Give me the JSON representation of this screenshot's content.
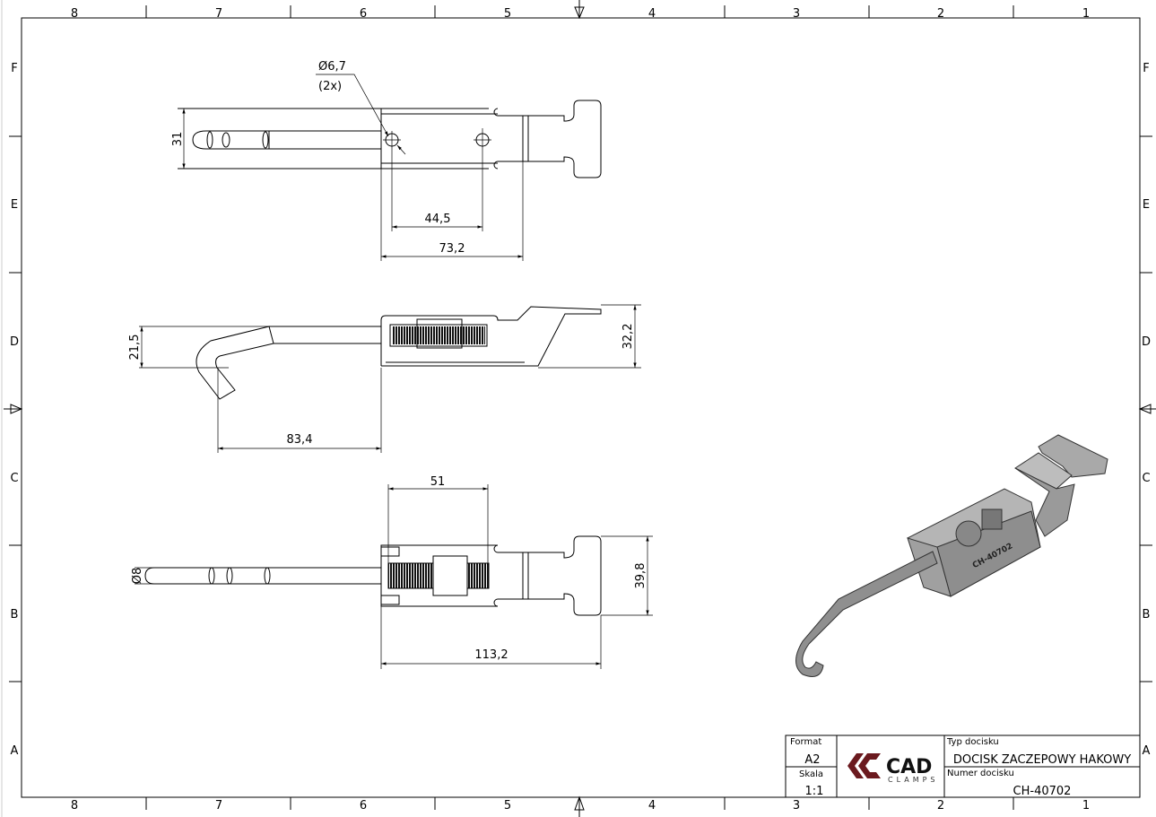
{
  "frame": {
    "columns": [
      "8",
      "7",
      "6",
      "5",
      "4",
      "3",
      "2",
      "1"
    ],
    "rows": [
      "F",
      "E",
      "D",
      "C",
      "B",
      "A"
    ]
  },
  "views": {
    "top": {
      "hole_dim": "Ø6,7",
      "hole_count": "(2x)",
      "width_dim": "31",
      "hole_spacing": "44,5",
      "body_length": "73,2"
    },
    "side": {
      "hook_height": "21,5",
      "total_height": "32,2",
      "hook_reach": "83,4"
    },
    "bottom": {
      "rod_diameter": "Ø8",
      "adjust_range": "51",
      "tab_width": "39,8",
      "body_tab_length": "113,2"
    },
    "iso": {
      "part_marking": "CH-40702"
    }
  },
  "title_block": {
    "format_label": "Format",
    "format_value": "A2",
    "scale_label": "Skala",
    "scale_value": "1:1",
    "type_label": "Typ docisku",
    "type_value": "DOCISK ZACZEPOWY HAKOWY",
    "number_label": "Numer docisku",
    "number_value": "CH-40702",
    "logo_text": "CAD",
    "logo_sub": "CLAMPS",
    "logo_color": "#6b1a1f"
  }
}
